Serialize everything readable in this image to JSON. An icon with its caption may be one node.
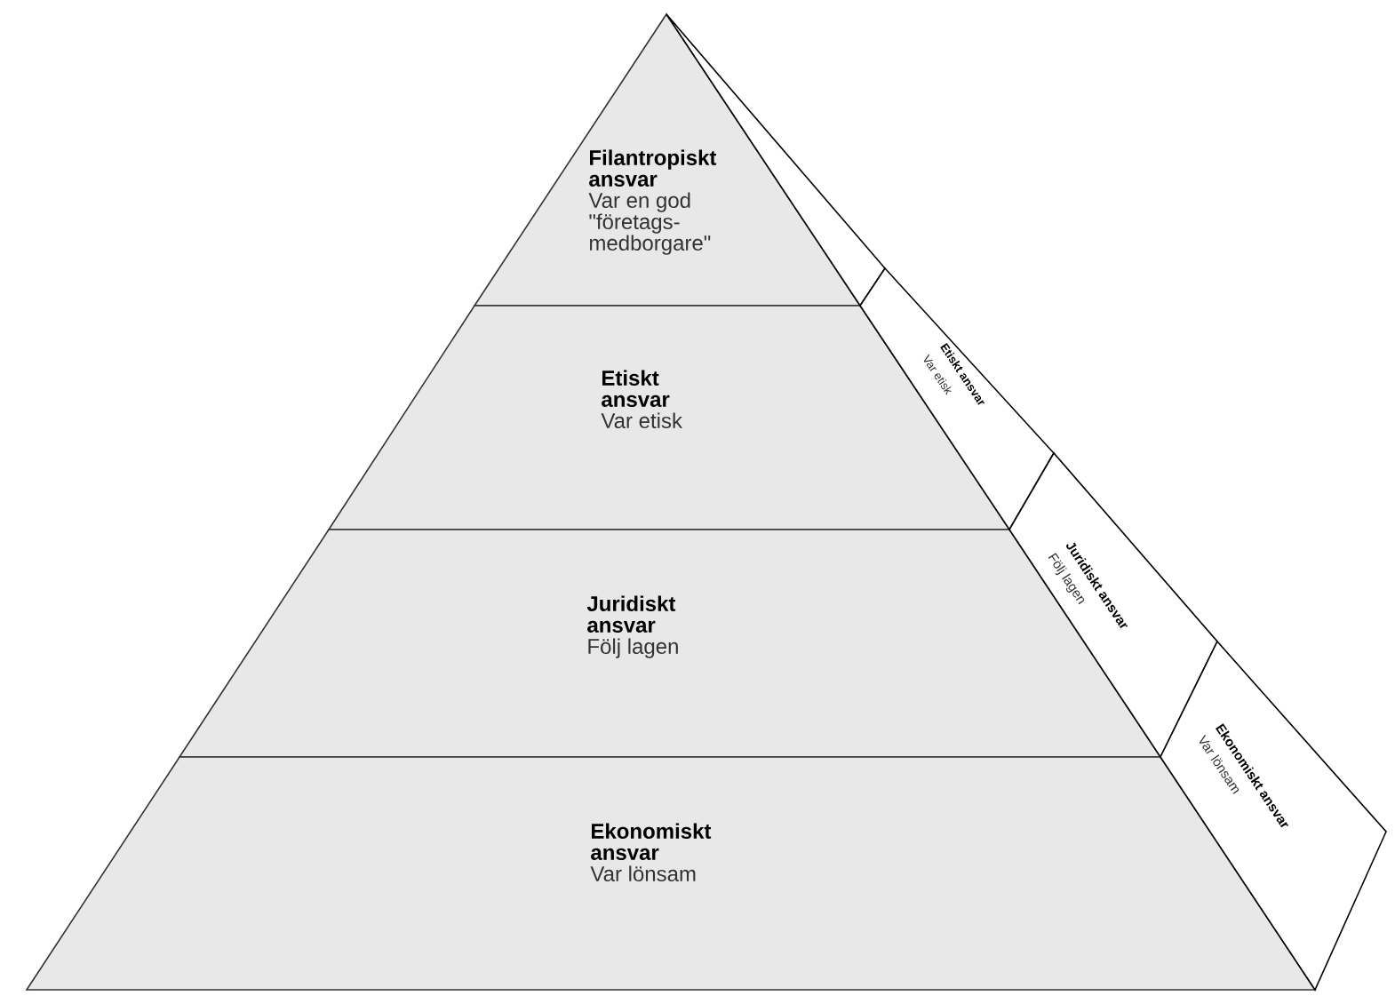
{
  "diagram": {
    "nodes": [
      {
        "text": [
          "Filantropiskt ansvar",
          "Var en god \"företags-medborgare\""
        ]
      },
      {
        "text": [
          "Etiskt ansvar",
          "Var etisk"
        ]
      },
      {
        "text": [
          "Juridiskt ansvar",
          "Följ lagen"
        ]
      },
      {
        "text": [
          "Ekonomiskt ansvar",
          "Var lönsam"
        ]
      },
      {
        "text": [],
        "shape": "box"
      },
      {
        "text": [
          "Etiskt ansvar",
          "Var etisk"
        ]
      },
      {
        "text": [
          "Juridiskt ansvar",
          "Följ lagen"
        ]
      },
      {
        "text": [
          "Ekonomiskt ansvar",
          "Var lönsam"
        ]
      }
    ]
  }
}
